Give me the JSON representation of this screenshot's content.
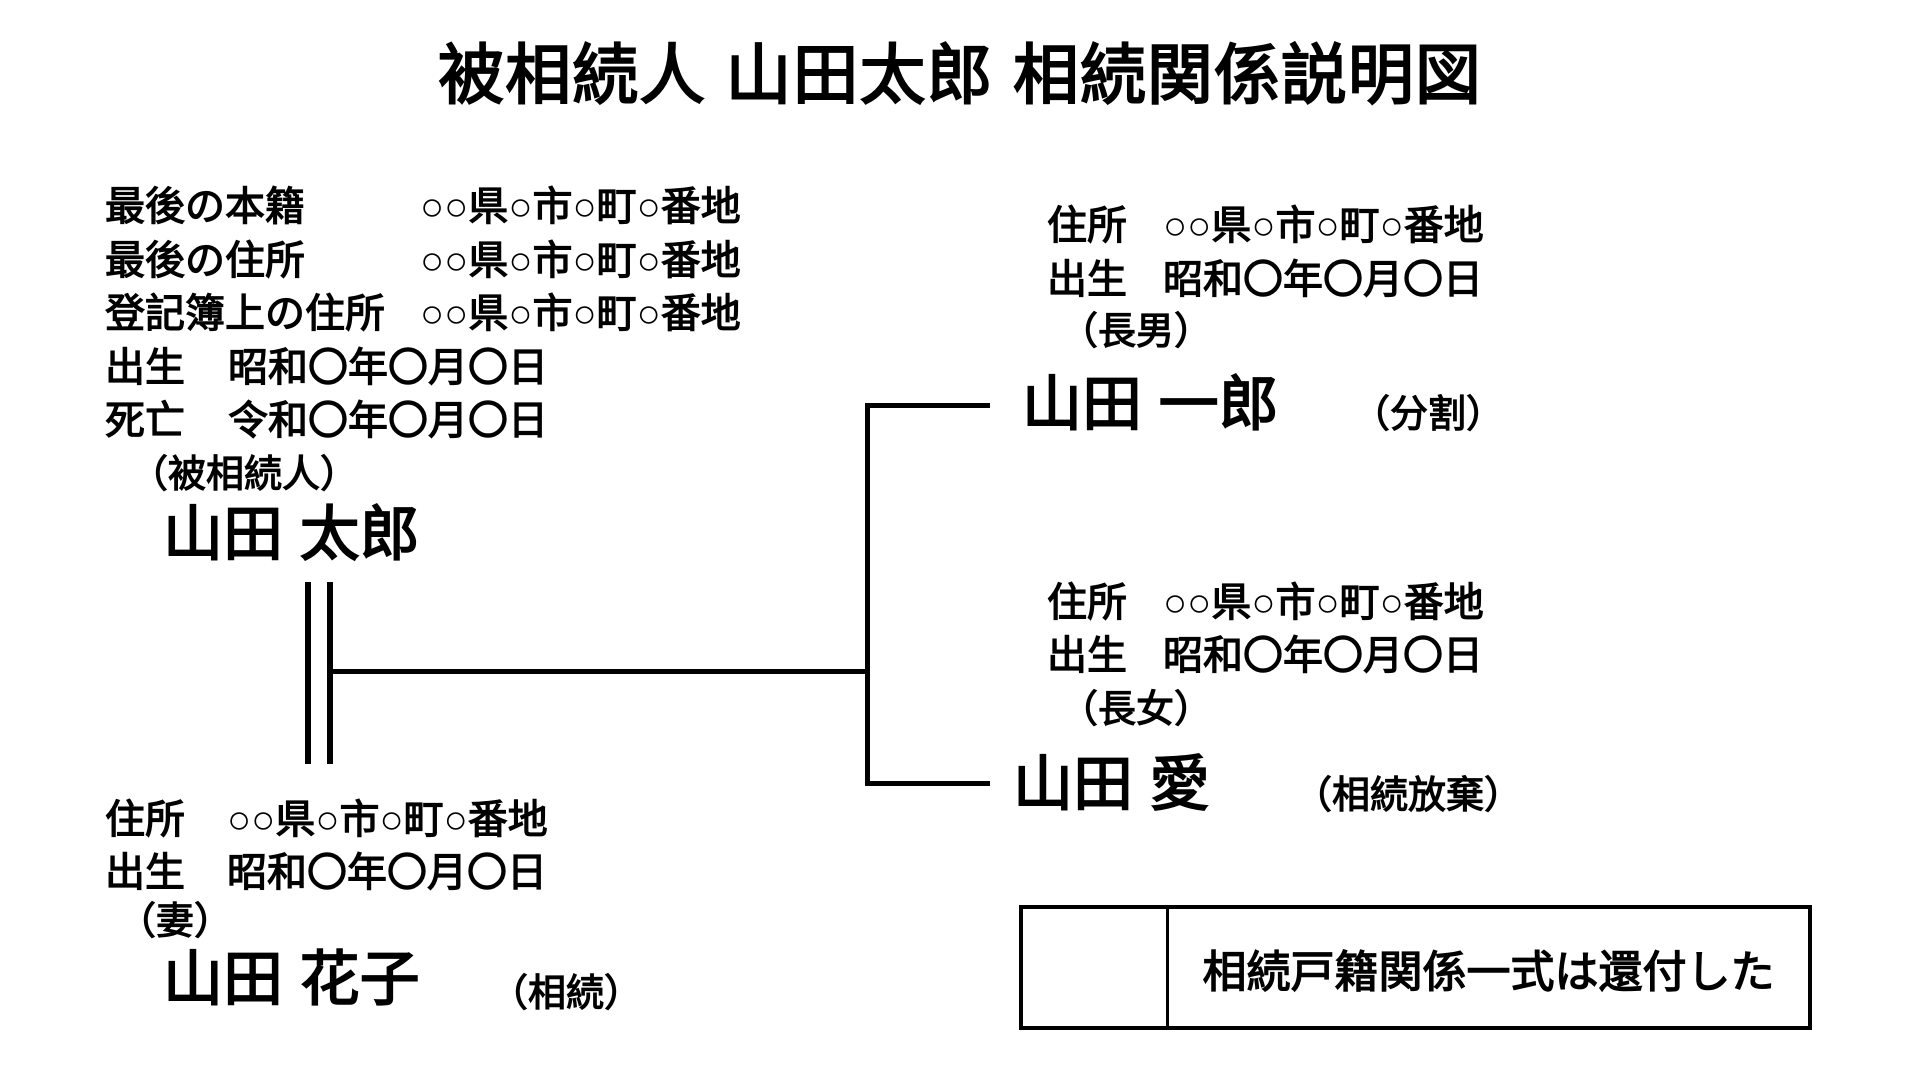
{
  "title": "被相続人 山田太郎 相続関係説明図",
  "colors": {
    "ink": "#000000",
    "background": "#ffffff"
  },
  "decedent": {
    "rows": [
      {
        "label": "最後の本籍",
        "value": "○○県○市○町○番地"
      },
      {
        "label": "最後の住所",
        "value": "○○県○市○町○番地"
      },
      {
        "label": "登記簿上の住所",
        "value": "○○県○市○町○番地"
      },
      {
        "label": "出生",
        "value": "昭和〇年〇月〇日"
      },
      {
        "label": "死亡",
        "value": "令和〇年〇月〇日"
      }
    ],
    "role": "（被相続人）",
    "name": "山田 太郎"
  },
  "spouse": {
    "rows": [
      {
        "label": "住所",
        "value": "○○県○市○町○番地"
      },
      {
        "label": "出生",
        "value": "昭和〇年〇月〇日"
      }
    ],
    "role": "（妻）",
    "name": "山田 花子",
    "status": "（相続）"
  },
  "eldest_son": {
    "rows": [
      {
        "label": "住所",
        "value": "○○県○市○町○番地"
      },
      {
        "label": "出生",
        "value": "昭和〇年〇月〇日"
      }
    ],
    "role": "（長男）",
    "name": "山田 一郎",
    "status": "（分割）"
  },
  "eldest_daughter": {
    "rows": [
      {
        "label": "住所",
        "value": "○○県○市○町○番地"
      },
      {
        "label": "出生",
        "value": "昭和〇年〇月〇日"
      }
    ],
    "role": "（長女）",
    "name": "山田 愛",
    "status": "（相続放棄）"
  },
  "return_note_box": {
    "stamp_cell": "",
    "note": "相続戸籍関係一式は還付した"
  }
}
